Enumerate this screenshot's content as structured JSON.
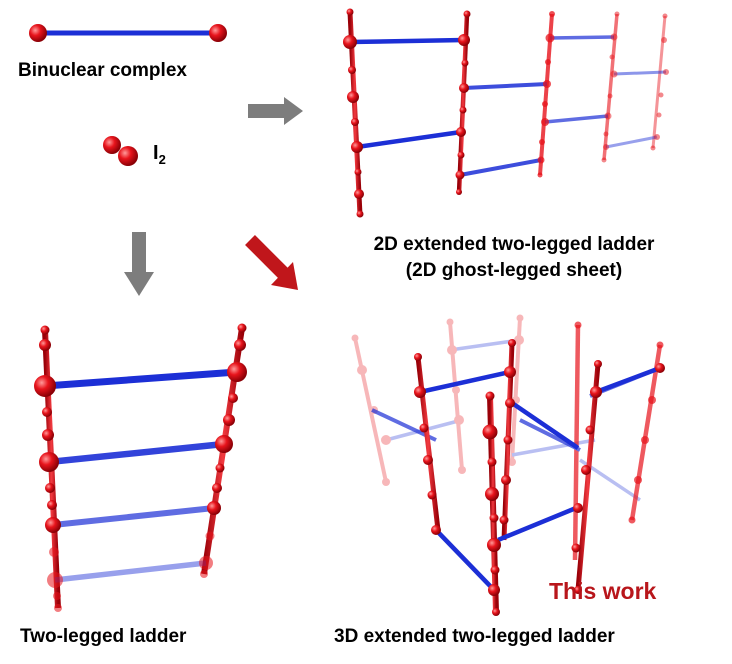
{
  "labels": {
    "binuclear_complex": "Binuclear complex",
    "i2_main": "I",
    "i2_sub": "2",
    "two_d_line1": "2D extended two-legged ladder",
    "two_d_line2": "(2D ghost-legged sheet)",
    "two_legged_ladder": "Two-legged ladder",
    "three_d": "3D extended two-legged ladder",
    "this_work": "This work"
  },
  "colors": {
    "atom_red": "#e8141c",
    "bond_blue": "#1c2fd6",
    "arrow_gray": "#7d7d7d",
    "arrow_red": "#c0161b",
    "this_work_text": "#b8161b"
  }
}
